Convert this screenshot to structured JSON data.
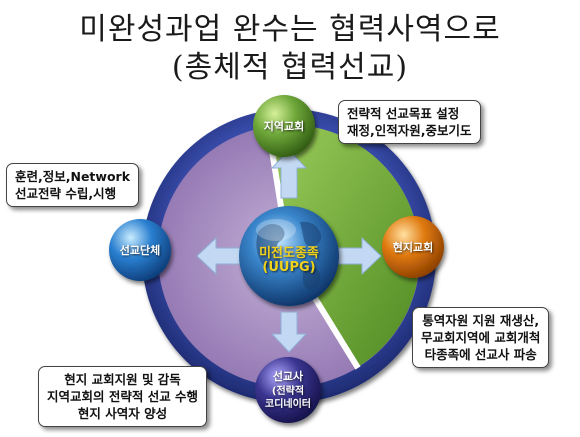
{
  "title": {
    "line1": "미완성과업 완수는 협력사역으로",
    "line2": "(총체적 협력선교)"
  },
  "center": {
    "label": "미전도종족",
    "sublabel": "(UUPG)"
  },
  "nodes": {
    "top": {
      "label": "지역교회"
    },
    "right": {
      "label": "현지교회"
    },
    "bottom": {
      "label": "선교사",
      "sub1": "(전략적",
      "sub2": "코디네이터"
    },
    "left": {
      "label": "선교단체"
    }
  },
  "callouts": {
    "top_right": {
      "lines": [
        "전략적 선교목표 설정",
        "재정,인적자원,중보기도"
      ]
    },
    "left": {
      "lines": [
        "훈련,정보,Network",
        "선교전략 수립,시행"
      ]
    },
    "bottom_right": {
      "lines": [
        "통역자원 지원 재생산,",
        "무교회지역에 교회개척",
        "타종족에 선교사 파송"
      ]
    },
    "bottom_left": {
      "lines": [
        "현지 교회지원 및 감독",
        "지역교회의 전략적 선교 수행",
        "현지 사역자 양성"
      ]
    }
  },
  "colors": {
    "ring": "#3b4fb0",
    "sector_green": "#6fa83a",
    "sector_purple": "#a48bbd",
    "arrow": "#b8d0ee",
    "node_green": "#5c9a1e",
    "node_orange": "#e07a10",
    "node_blue": "#2a7fd0",
    "node_indigo": "#3a3590",
    "globe": "#1f5fa6"
  }
}
